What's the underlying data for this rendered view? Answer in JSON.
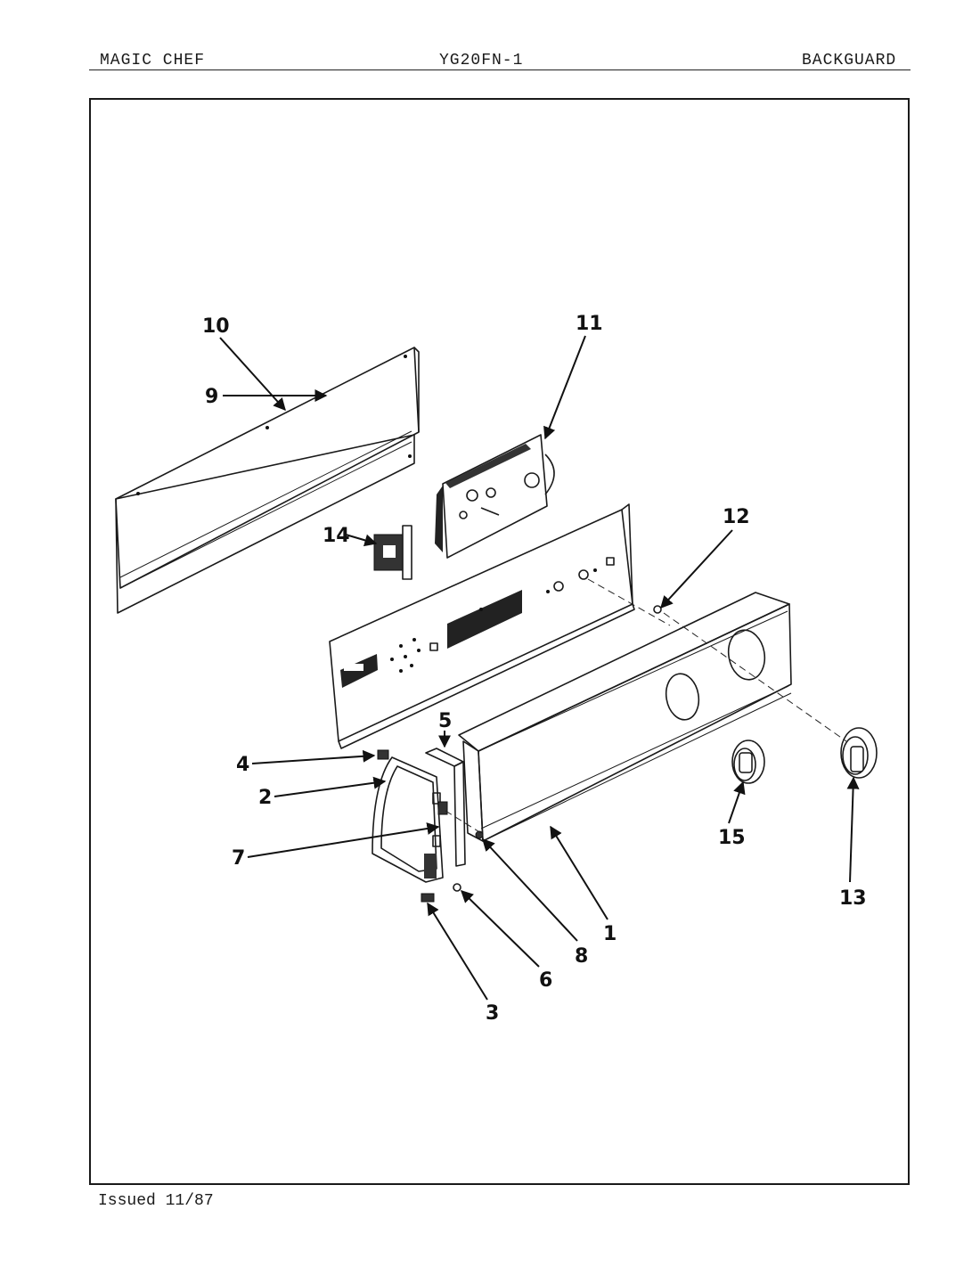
{
  "header": {
    "brand": "MAGIC CHEF",
    "model": "YG20FN-1",
    "section": "BACKGUARD"
  },
  "footer": {
    "issued": "Issued 11/87"
  },
  "callouts": [
    "1",
    "2",
    "3",
    "4",
    "5",
    "6",
    "7",
    "8",
    "9",
    "10",
    "11",
    "12",
    "13",
    "14",
    "15"
  ]
}
